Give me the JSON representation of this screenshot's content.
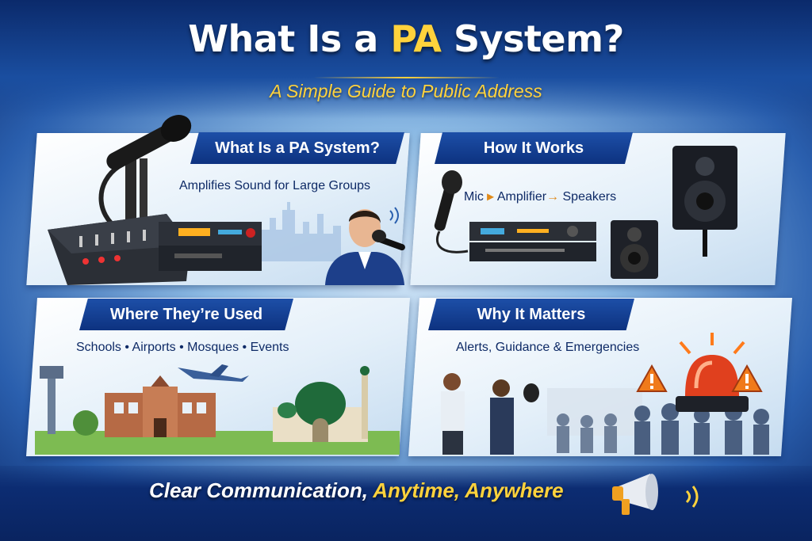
{
  "header": {
    "title_prefix": "What Is a ",
    "title_accent": "PA",
    "title_suffix": " System?",
    "subtitle": "A Simple Guide to Public Address"
  },
  "panels": [
    {
      "heading": "What Is a PA System?",
      "caption": "Amplifies Sound for Large Groups"
    },
    {
      "heading": "How It Works",
      "flow": [
        "Mic",
        "Amplifier",
        "Speakers"
      ]
    },
    {
      "heading": "Where They’re Used",
      "caption": "Schools • Airports • Mosques • Events"
    },
    {
      "heading": "Why It Matters",
      "caption": "Alerts, Guidance & Emergencies"
    }
  ],
  "footer": {
    "tagline_start": "Clear Communication, ",
    "tagline_highlight": "Anytime, Anywhere"
  },
  "colors": {
    "accent": "#ffd23c",
    "navy": "#0d3280",
    "alert": "#e0401e"
  },
  "icons": [
    "microphone-icon",
    "mixer-icon",
    "speaker-icon",
    "airplane-icon",
    "mosque-icon",
    "siren-icon",
    "warning-icon",
    "megaphone-icon",
    "sound-waves-icon"
  ]
}
